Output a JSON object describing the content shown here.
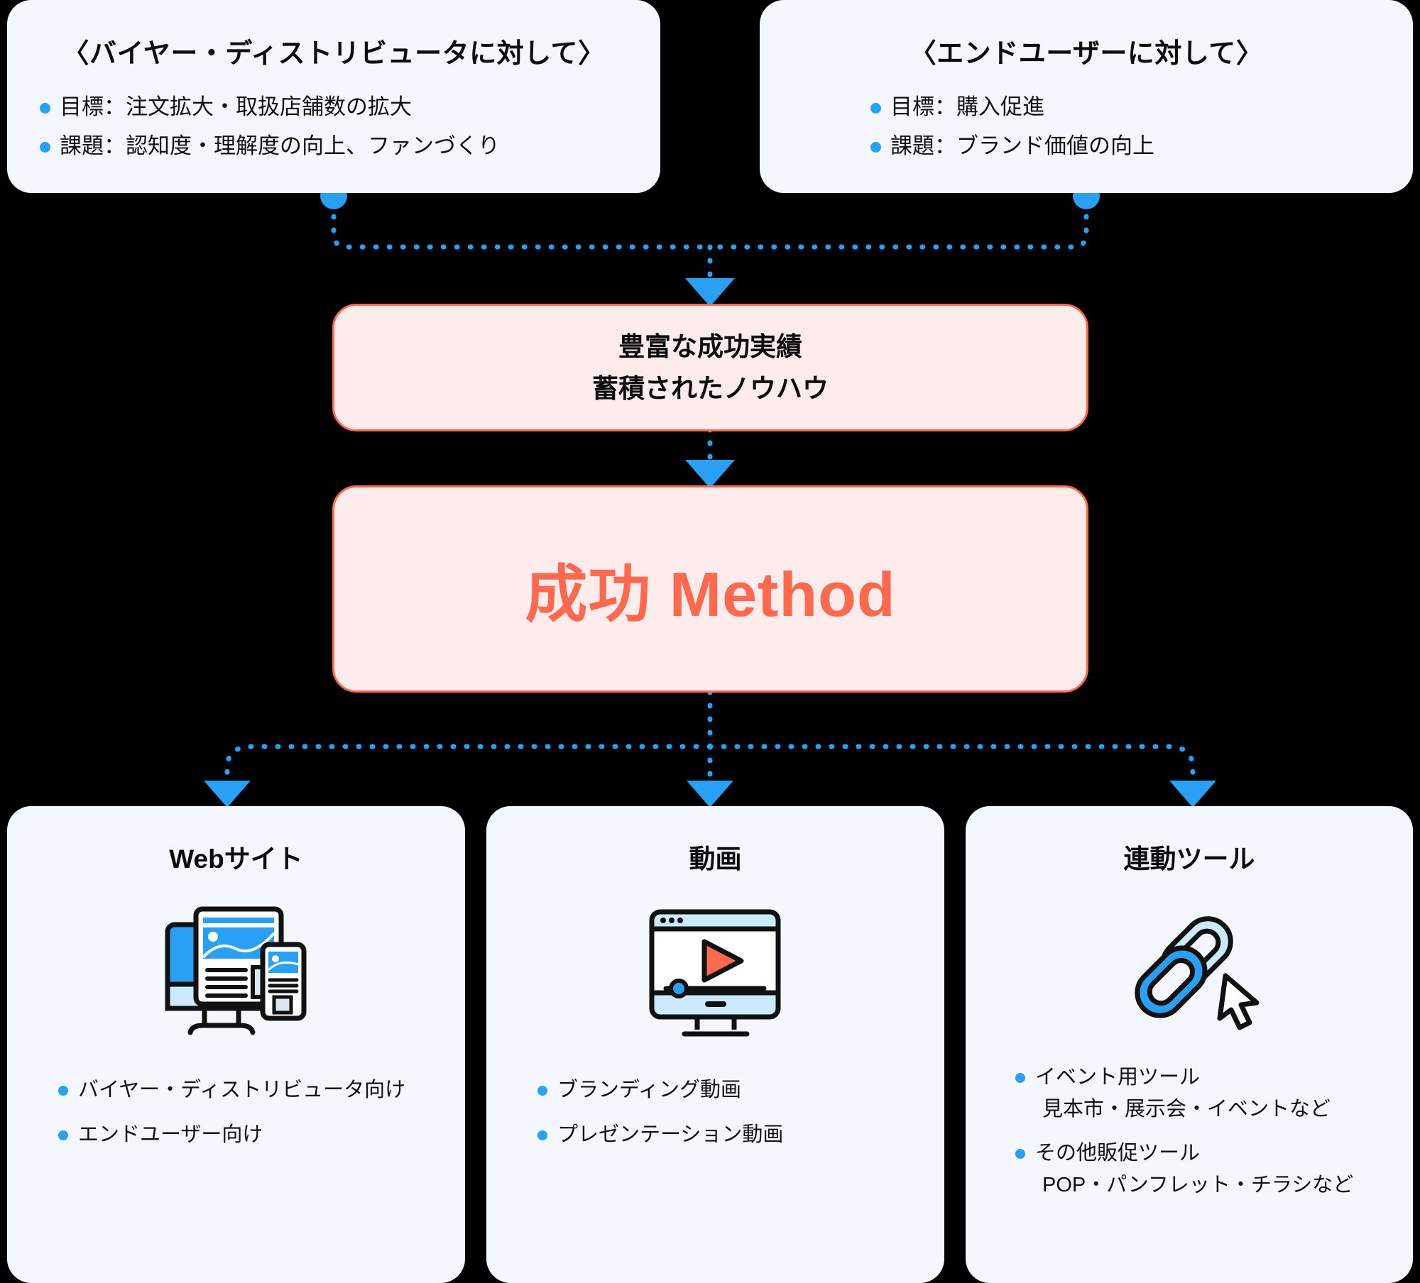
{
  "colors": {
    "background": "#000000",
    "card_blue": "#f4f7fe",
    "card_pink": "#fdeceb",
    "accent_pink_border": "#fb6a4f",
    "accent_coral": "#fb6a4f",
    "accent_blue": "#2aa0f5",
    "text": "#111111"
  },
  "top": {
    "buyer_box": {
      "title": "〈バイヤー・ディストリビュータに対して〉",
      "bullets": [
        "目標：注文拡大・取扱店舗数の拡大",
        "課題：認知度・理解度の向上、ファンづくり"
      ]
    },
    "enduser_box": {
      "title": "〈エンドユーザーに対して〉",
      "bullets": [
        "目標：購入促進",
        "課題：ブランド価値の向上"
      ]
    }
  },
  "middle": {
    "experience_box": {
      "line1": "豊富な成功実績",
      "line2": "蓄積されたノウハウ"
    },
    "method_box": {
      "label": "成功 Method"
    }
  },
  "bottom": {
    "cards": [
      {
        "title": "Webサイト",
        "icon": "website-monitor-mobile-icon",
        "bullets": [
          {
            "main": "バイヤー・ディストリビュータ向け",
            "sub": ""
          },
          {
            "main": "エンドユーザー向け",
            "sub": ""
          }
        ]
      },
      {
        "title": "動画",
        "icon": "video-player-icon",
        "bullets": [
          {
            "main": "ブランディング動画",
            "sub": ""
          },
          {
            "main": "プレゼンテーション動画",
            "sub": ""
          }
        ]
      },
      {
        "title": "連動ツール",
        "icon": "chain-link-cursor-icon",
        "bullets": [
          {
            "main": "イベント用ツール",
            "sub": "見本市・展示会・イベントなど"
          },
          {
            "main": "その他販促ツール",
            "sub": "POP・パンフレット・チラシなど"
          }
        ]
      }
    ]
  }
}
